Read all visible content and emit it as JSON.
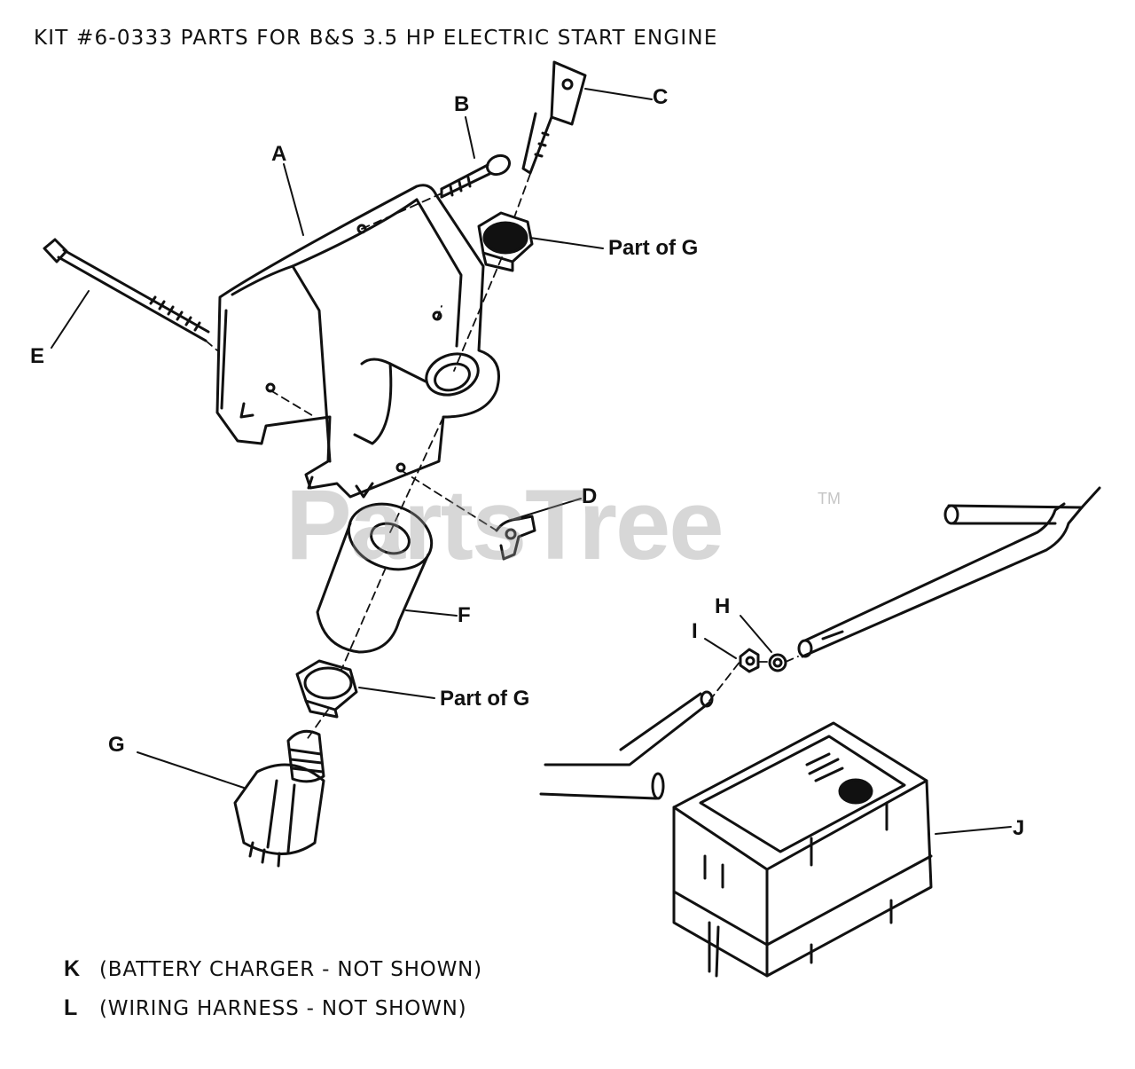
{
  "title": "KIT #6-0333 PARTS FOR B&S 3.5 HP ELECTRIC START ENGINE",
  "callouts": {
    "a": "A",
    "b": "B",
    "c": "C",
    "d": "D",
    "e": "E",
    "f": "F",
    "g": "G",
    "h": "H",
    "i": "I",
    "j": "J",
    "part_of_g_top": "Part of G",
    "part_of_g_bottom": "Part of G"
  },
  "watermark": {
    "text": "PartsTree",
    "tm": "TM"
  },
  "notes": [
    {
      "key": "K",
      "text": "(BATTERY CHARGER - NOT SHOWN)"
    },
    {
      "key": "L",
      "text": "(WIRING HARNESS - NOT SHOWN)"
    }
  ],
  "colors": {
    "line": "#111111",
    "background": "#ffffff",
    "watermark": "#969696"
  }
}
